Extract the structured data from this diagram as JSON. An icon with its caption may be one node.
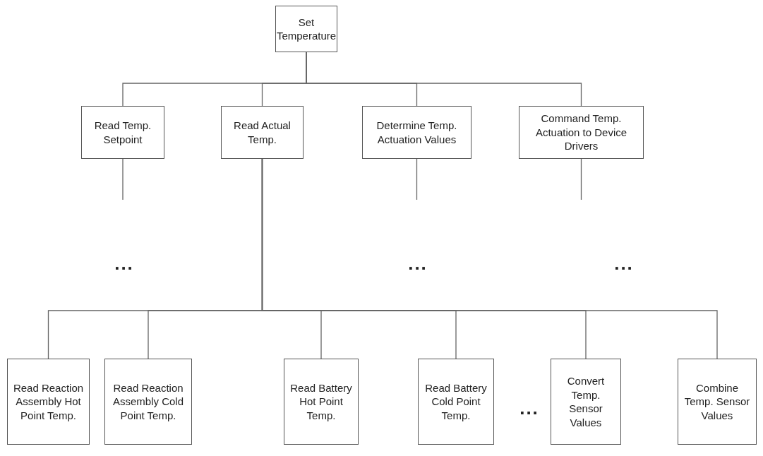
{
  "diagram": {
    "nodes": [
      {
        "text": [
          "Set Temperature"
        ]
      },
      {
        "text": [
          "Read Temp. Setpoint"
        ]
      },
      {
        "text": [
          "Read Actual Temp."
        ]
      },
      {
        "text": [
          "Determine Temp. Actuation Values"
        ]
      },
      {
        "text": [
          "Command Temp. Actuation to Device Drivers"
        ]
      },
      {
        "text": [
          "Read Reaction Assembly Hot Point Temp."
        ]
      },
      {
        "text": [
          "Read Reaction Assembly Cold Point Temp."
        ]
      },
      {
        "text": [
          "Read Battery Hot Point Temp."
        ]
      },
      {
        "text": [
          "Read Battery Cold Point Temp."
        ]
      },
      {
        "text": [
          "Convert Temp. Sensor Values"
        ]
      },
      {
        "text": [
          "Combine Temp. Sensor Values"
        ]
      }
    ],
    "edges": [
      {
        "from": 0,
        "to": 1,
        "arrow": "none"
      },
      {
        "from": 0,
        "to": 2,
        "arrow": "none"
      },
      {
        "from": 0,
        "to": 3,
        "arrow": "none"
      },
      {
        "from": 0,
        "to": 4,
        "arrow": "none"
      },
      {
        "from": 1,
        "to": null,
        "arrow": "none"
      },
      {
        "from": 3,
        "to": null,
        "arrow": "none"
      },
      {
        "from": 4,
        "to": null,
        "arrow": "none"
      },
      {
        "from": 2,
        "to": 5,
        "arrow": "none"
      },
      {
        "from": 2,
        "to": 6,
        "arrow": "none"
      },
      {
        "from": 2,
        "to": 7,
        "arrow": "none"
      },
      {
        "from": 2,
        "to": 8,
        "arrow": "none"
      },
      {
        "from": 2,
        "to": 9,
        "arrow": "none"
      },
      {
        "from": 2,
        "to": 10,
        "arrow": "none"
      }
    ],
    "labels": [
      "...",
      "...",
      "...",
      "..."
    ]
  }
}
